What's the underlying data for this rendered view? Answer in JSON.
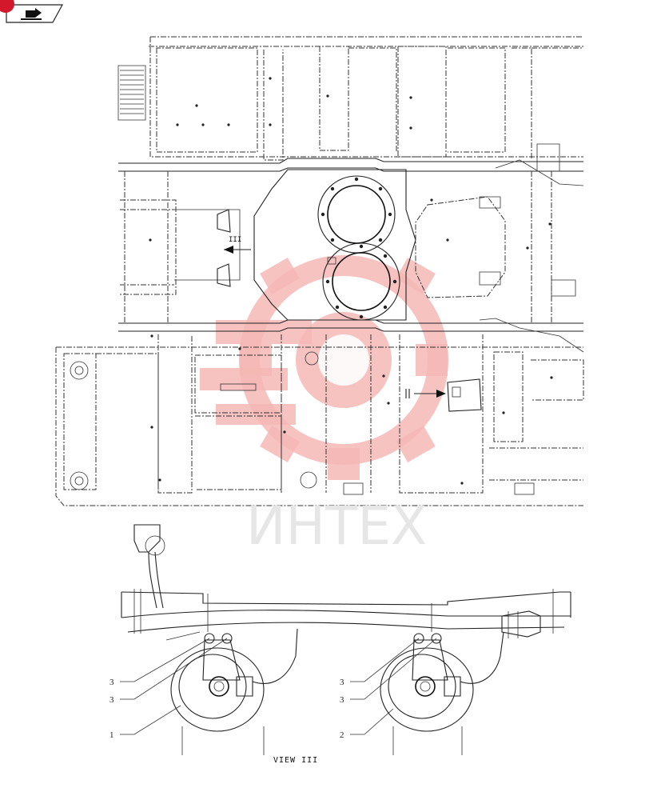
{
  "header": {
    "back_icon": "return-arrow-icon",
    "badge_color": "#d3182c"
  },
  "watermark": {
    "text": "ИНТЕХ",
    "color": "#f4b9b5"
  },
  "top_view": {
    "section_marker": "III"
  },
  "view_section": {
    "title": "VIEW III",
    "callouts": [
      "3",
      "3",
      "1",
      "3",
      "3",
      "2"
    ]
  }
}
